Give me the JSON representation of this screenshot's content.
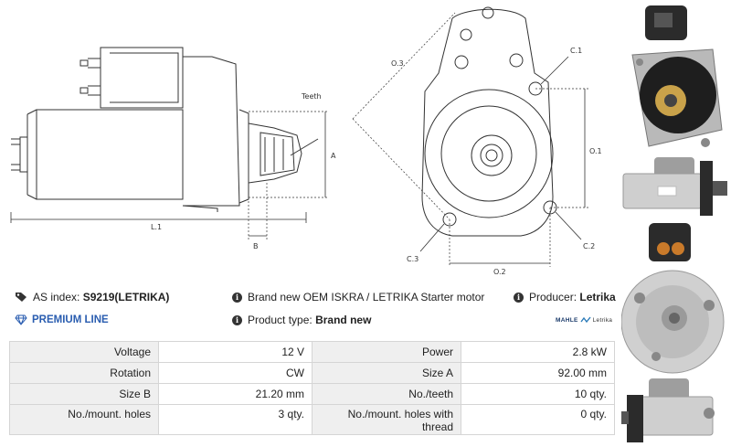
{
  "drawing": {
    "labels": {
      "teeth": "Teeth",
      "a": "A",
      "b": "B",
      "l1": "L.1",
      "o1": "O.1",
      "o2": "O.2",
      "o3": "O.3",
      "c1": "C.1",
      "c2": "C.2",
      "c3": "C.3"
    }
  },
  "info": {
    "as_index_label": "AS index:",
    "as_index_value": "S9219(LETRIKA)",
    "description": "Brand new OEM ISKRA / LETRIKA Starter motor",
    "producer_label": "Producer:",
    "producer_value": "Letrika",
    "premium_line": "PREMIUM LINE",
    "product_type_label": "Product type:",
    "product_type_value": "Brand new",
    "brand_logo_text": "MAHLE",
    "brand_logo_sub": "Letrika"
  },
  "specs": [
    {
      "l1": "Voltage",
      "v1": "12 V",
      "l2": "Power",
      "v2": "2.8 kW"
    },
    {
      "l1": "Rotation",
      "v1": "CW",
      "l2": "Size A",
      "v2": "92.00 mm"
    },
    {
      "l1": "Size B",
      "v1": "21.20 mm",
      "l2": "No./teeth",
      "v2": "10 qty."
    },
    {
      "l1": "No./mount. holes",
      "v1": "3 qty.",
      "l2": "No./mount. holes with thread",
      "v2": "0 qty."
    }
  ]
}
